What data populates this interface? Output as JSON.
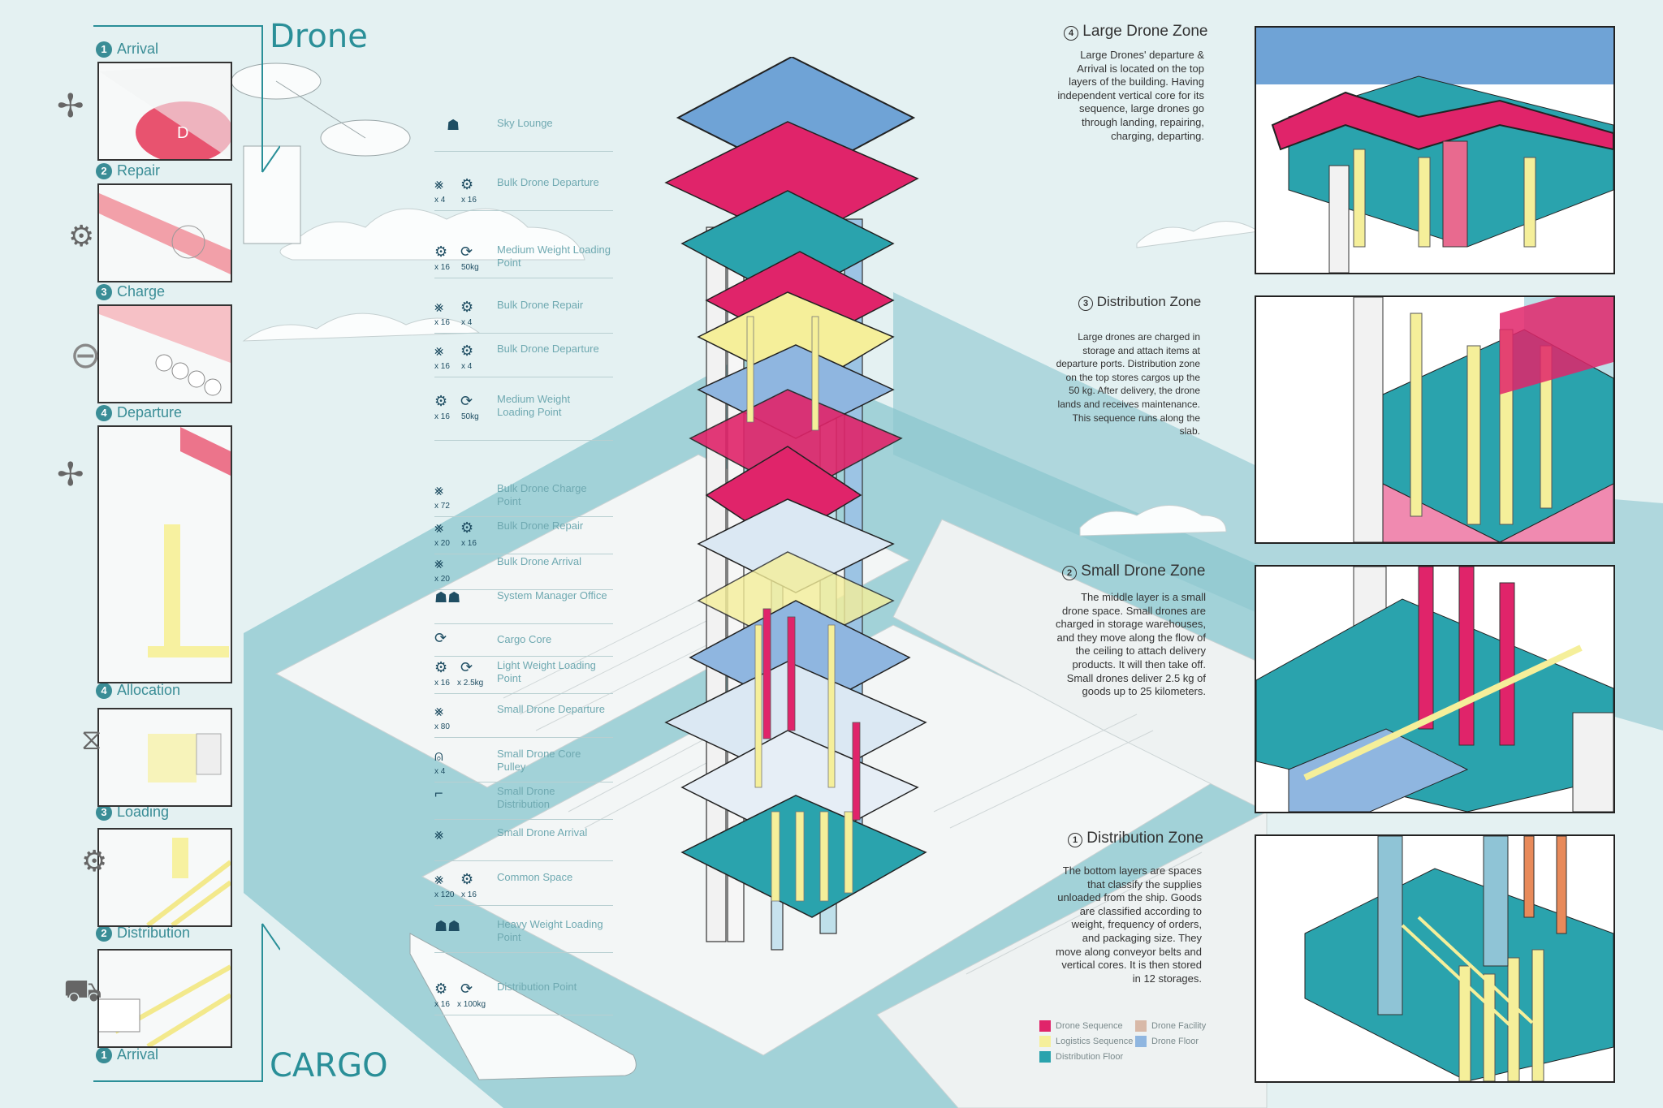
{
  "title_top": "Drone",
  "title_bottom": "CARGO",
  "steps": [
    {
      "num": "1",
      "label": "Arrival"
    },
    {
      "num": "2",
      "label": "Repair"
    },
    {
      "num": "3",
      "label": "Charge"
    },
    {
      "num": "4",
      "label": "Departure"
    },
    {
      "num": "4",
      "label": "Allocation"
    },
    {
      "num": "3",
      "label": "Loading"
    },
    {
      "num": "2",
      "label": "Distribution"
    },
    {
      "num": "1",
      "label": "Arrival"
    }
  ],
  "floor_list": [
    {
      "icons": [
        "person-icon"
      ],
      "counts": [],
      "label": "Sky Lounge"
    },
    {
      "icons": [
        "drone-icon",
        "robot-arm-icon"
      ],
      "counts": [
        "x 4",
        "x 16"
      ],
      "label": "Bulk Drone Departure"
    },
    {
      "icons": [
        "robot-arm-icon",
        "rotate-icon"
      ],
      "counts": [
        "x 16",
        "50kg"
      ],
      "label": "Medium Weight Loading Point"
    },
    {
      "icons": [
        "drone-icon",
        "robot-arm-icon"
      ],
      "counts": [
        "x 16",
        "x 4"
      ],
      "label": "Bulk Drone Repair"
    },
    {
      "icons": [
        "drone-icon",
        "robot-arm-icon"
      ],
      "counts": [
        "x 16",
        "x 4"
      ],
      "label": "Bulk Drone Departure"
    },
    {
      "icons": [
        "robot-arm-icon",
        "rotate-icon"
      ],
      "counts": [
        "x 16",
        "50kg"
      ],
      "label": "Medium Weight Loading Point"
    },
    {
      "icons": [
        "drone-icon"
      ],
      "counts": [
        "x 72"
      ],
      "label": "Bulk Drone Charge Point"
    },
    {
      "icons": [
        "drone-icon",
        "robot-arm-icon"
      ],
      "counts": [
        "x 20",
        "x 16"
      ],
      "label": "Bulk Drone Repair"
    },
    {
      "icons": [
        "drone-icon"
      ],
      "counts": [
        "x 20"
      ],
      "label": "Bulk Drone Arrival"
    },
    {
      "icons": [
        "people-icon"
      ],
      "counts": [],
      "label": "System Manager Office"
    },
    {
      "icons": [
        "rotate-icon"
      ],
      "counts": [],
      "label": "Cargo Core"
    },
    {
      "icons": [
        "robot-arm-icon",
        "rotate-icon"
      ],
      "counts": [
        "x 16",
        "x 2.5kg"
      ],
      "label": "Light Weight Loading Point"
    },
    {
      "icons": [
        "drone-icon"
      ],
      "counts": [
        "x 80"
      ],
      "label": "Small Drone Departure"
    },
    {
      "icons": [
        "pulley-icon"
      ],
      "counts": [
        "x 4"
      ],
      "label": "Small Drone Core Pulley"
    },
    {
      "icons": [
        "bracket-icon"
      ],
      "counts": [],
      "label": "Small Drone Distribution"
    },
    {
      "icons": [
        "drone-icon"
      ],
      "counts": [],
      "label": "Small Drone Arrival"
    },
    {
      "icons": [
        "drone-icon",
        "robot-arm-icon"
      ],
      "counts": [
        "x 120",
        "x 16"
      ],
      "label": "Common Space"
    },
    {
      "icons": [
        "people-icon"
      ],
      "counts": [],
      "label": "Heavy Weight Loading Point"
    },
    {
      "icons": [
        "robot-arm-icon",
        "rotate-icon"
      ],
      "counts": [
        "x 16",
        "x 100kg"
      ],
      "label": "Distribution Point"
    }
  ],
  "zones": [
    {
      "num": "4",
      "title": "Large Drone Zone",
      "text": "Large Drones' departure & Arrival is located on the top layers of the building. Having independent vertical core for its sequence, large drones go through landing, repairing, charging, departing."
    },
    {
      "num": "3",
      "title": "Distribution Zone",
      "text": "Large drones are charged in storage and attach items at departure ports. Distribution zone on the top stores cargos up the 50 kg. After delivery, the drone lands and receives maintenance. This sequence runs along the slab."
    },
    {
      "num": "2",
      "title": "Small Drone  Zone",
      "text": "The middle layer is a small drone space. Small drones are charged in storage warehouses, and they move along the flow of the ceiling to attach delivery products. It will then take off. Small drones deliver 2.5 kg of goods up to 25 kilometers."
    },
    {
      "num": "1",
      "title": "Distribution Zone",
      "text": "The bottom layers are spaces that classify the supplies unloaded from the ship. Goods are classified according to weight, frequency of orders, and packaging size. They move along conveyor belts and vertical cores. It is then stored in 12 storages."
    }
  ],
  "legend": [
    {
      "label": "Drone Sequence",
      "color": "#e0246a"
    },
    {
      "label": "Drone Facility",
      "color": "#d8b9a8"
    },
    {
      "label": "Logistics Sequence",
      "color": "#f5ef9a"
    },
    {
      "label": "Drone Floor",
      "color": "#8fb6e0"
    },
    {
      "label": "Distribution Floor",
      "color": "#2aa3ad"
    }
  ],
  "colors": {
    "accent": "#2a8f98",
    "drone": "#e0246a",
    "logistics": "#f5ef9a",
    "distribution_floor": "#2aa3ad",
    "drone_floor": "#8fb6e0",
    "water": "#8cc7cf"
  }
}
